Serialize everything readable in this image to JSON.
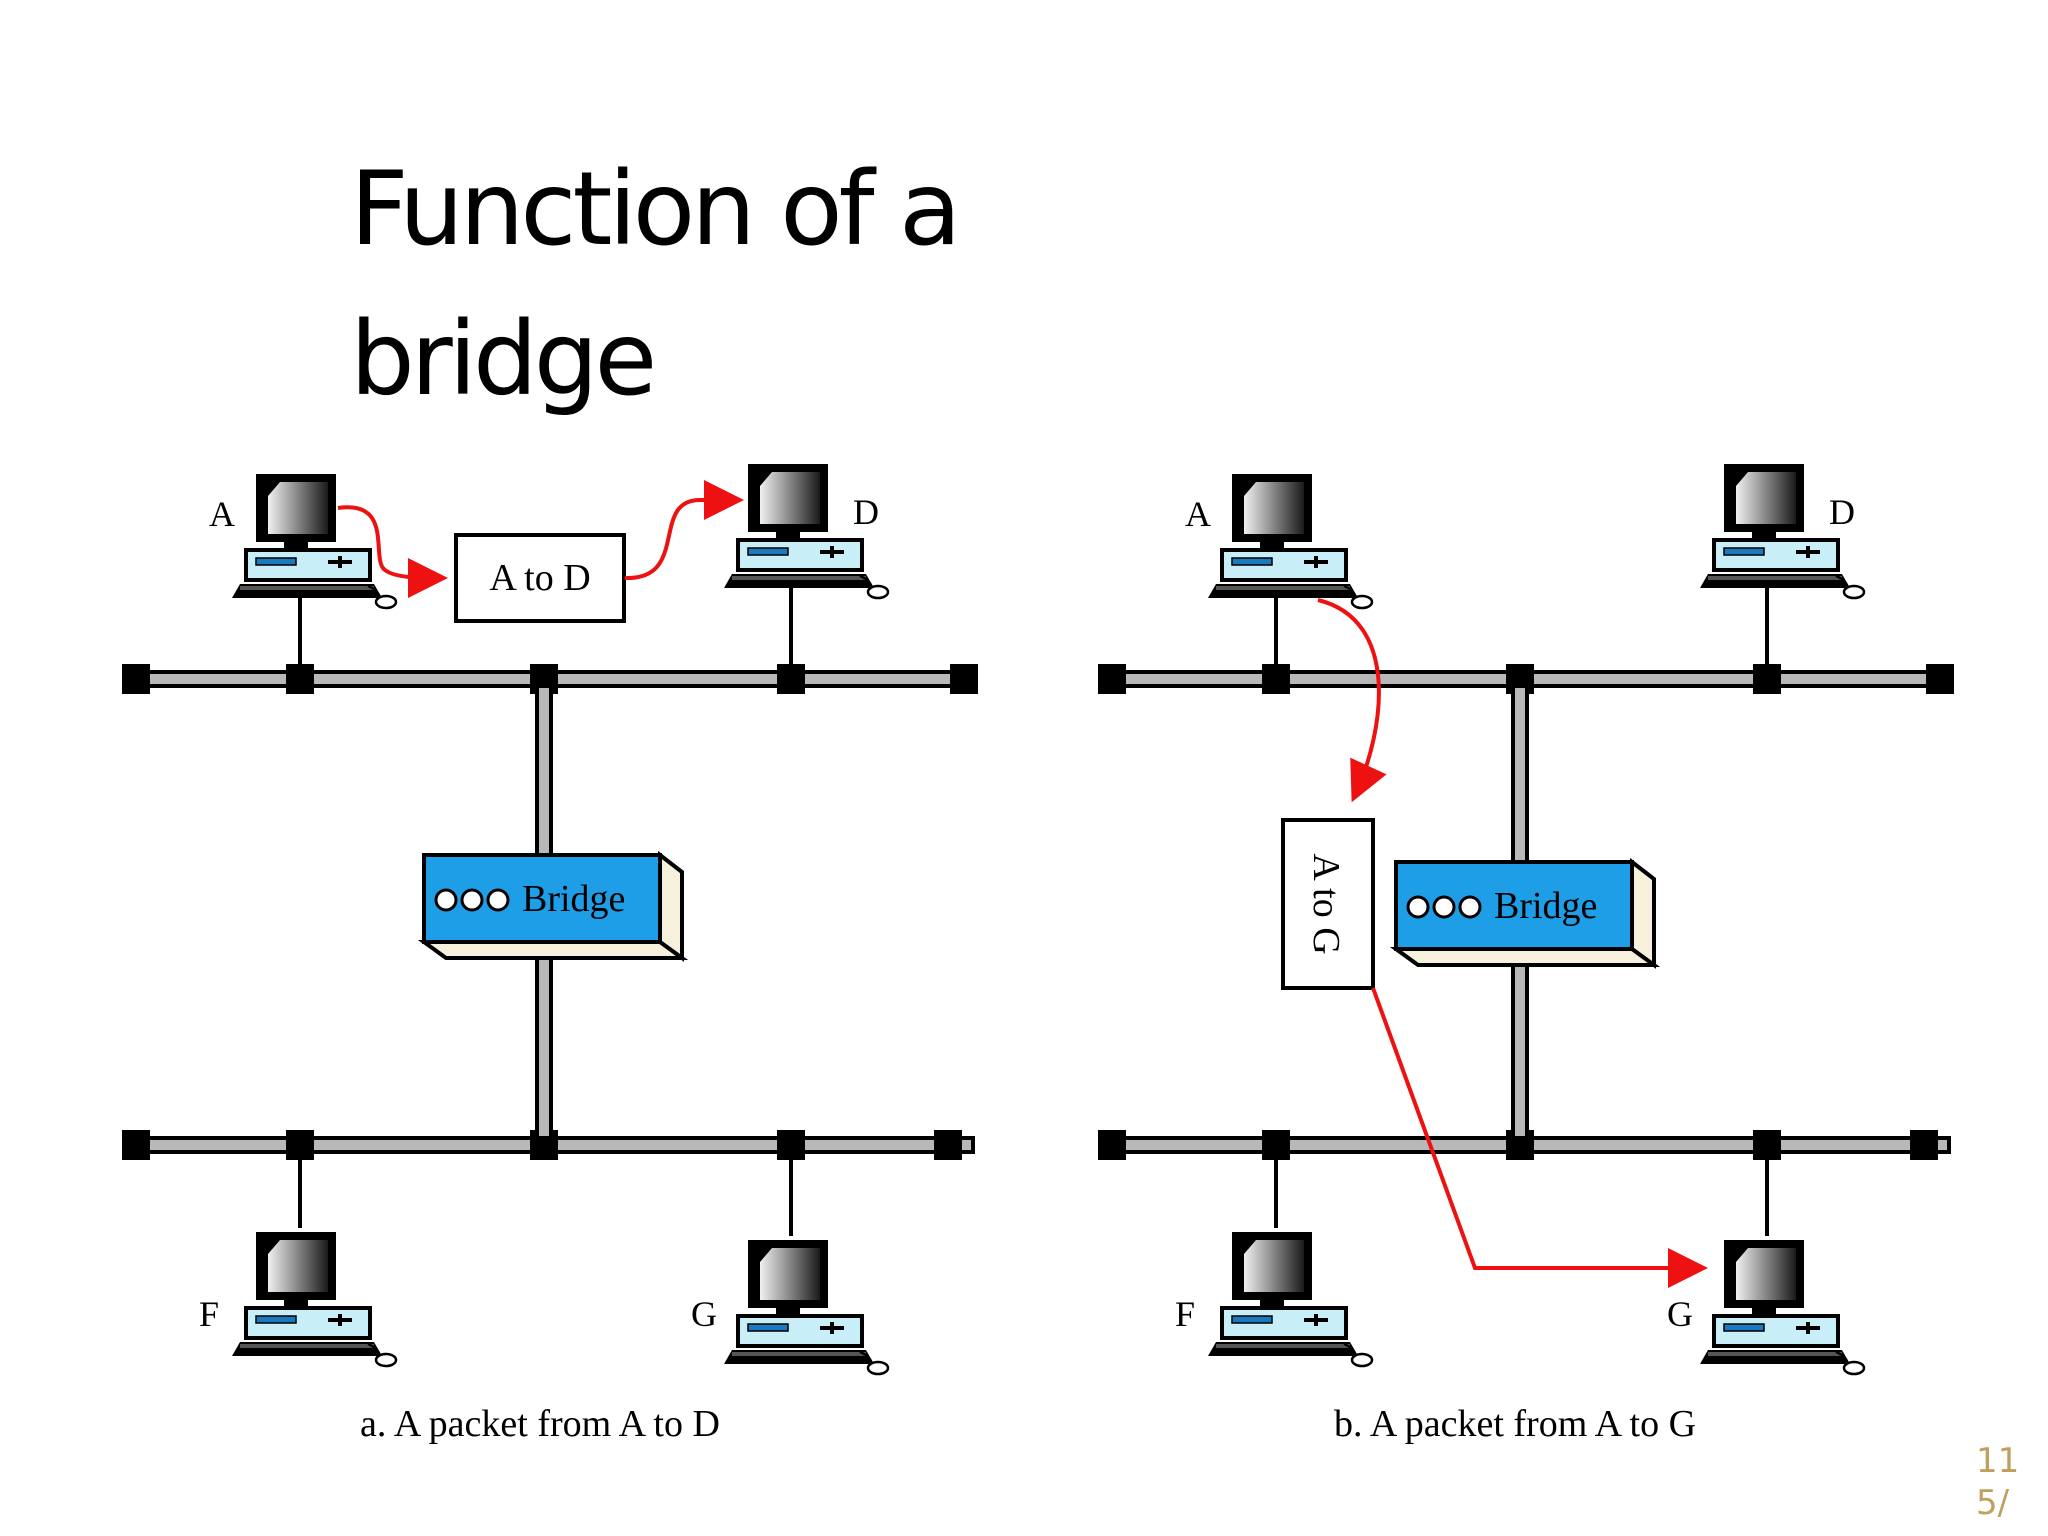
{
  "slide": {
    "title": "Function of a bridge",
    "page_number": "115/"
  },
  "colors": {
    "bridge_fill": "#1e9ee6",
    "packet_arrow": "#ee1111",
    "network_cable": "#b8b8b8"
  },
  "diagram_a": {
    "caption": "a. A packet from A to D",
    "stations": {
      "top_left": "A",
      "top_right": "D",
      "bottom_left": "F",
      "bottom_right": "G"
    },
    "packet_label": "A to D",
    "bridge_label": "Bridge"
  },
  "diagram_b": {
    "caption": "b. A packet from A to G",
    "stations": {
      "top_left": "A",
      "top_right": "D",
      "bottom_left": "F",
      "bottom_right": "G"
    },
    "packet_label": "A to G",
    "bridge_label": "Bridge"
  }
}
